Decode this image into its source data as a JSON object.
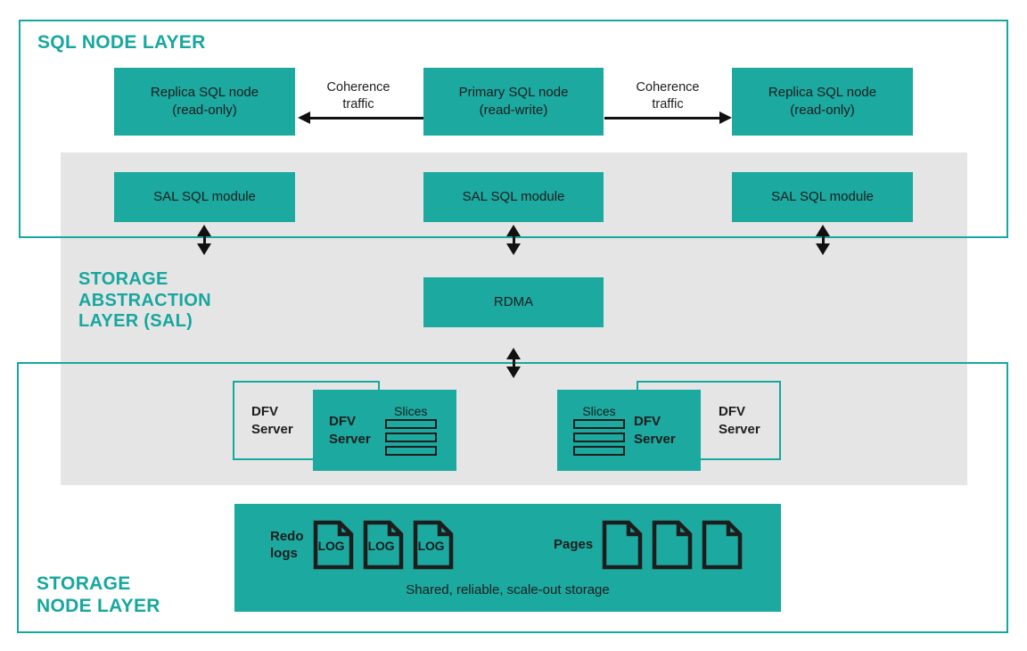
{
  "diagram": {
    "title": "Database architecture layers",
    "accent_color": "#17A79E",
    "fill_color": "#1BA9A0",
    "band_color": "#E5E5E5",
    "arrow_color": "#111111"
  },
  "layers": {
    "sql": {
      "title": "SQL NODE LAYER"
    },
    "sal": {
      "title": "STORAGE\nABSTRACTION\nLAYER (SAL)"
    },
    "storage": {
      "title": "STORAGE\nNODE LAYER"
    }
  },
  "sql_nodes": [
    {
      "label": "Replica SQL node\n(read-only)"
    },
    {
      "label": "Primary SQL node\n(read-write)"
    },
    {
      "label": "Replica SQL node\n(read-only)"
    }
  ],
  "coherence": {
    "left_label": "Coherence\ntraffic",
    "right_label": "Coherence\ntraffic"
  },
  "sal_modules": [
    {
      "label": "SAL SQL module"
    },
    {
      "label": "SAL SQL module"
    },
    {
      "label": "SAL SQL module"
    }
  ],
  "rdma": {
    "label": "RDMA"
  },
  "dfv_groups": [
    {
      "outline_label": "DFV\nServer",
      "filled_label": "DFV\nServer",
      "slices_label": "Slices",
      "slices_count": 3
    },
    {
      "outline_label": "DFV\nServer",
      "filled_label": "DFV\nServer",
      "slices_label": "Slices",
      "slices_count": 3
    }
  ],
  "storage_box": {
    "redo_label": "Redo\nlogs",
    "redo_icons": [
      "LOG",
      "LOG",
      "LOG"
    ],
    "pages_label": "Pages",
    "pages_icons": [
      "",
      "",
      ""
    ],
    "caption": "Shared, reliable, scale-out storage"
  }
}
